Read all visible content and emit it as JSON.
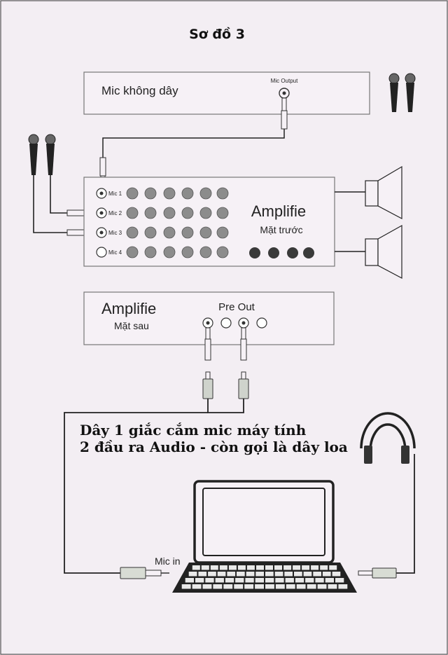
{
  "title": "Sơ đồ 3",
  "wireless_mic": {
    "label": "Mic không dây",
    "output_label": "Mic Output"
  },
  "amp_front": {
    "title": "Amplifie",
    "subtitle": "Mặt trước",
    "inputs": [
      "Mic 1",
      "Mic 2",
      "Mic 3",
      "Mic 4"
    ]
  },
  "amp_back": {
    "title": "Amplifie",
    "subtitle": "Mặt sau",
    "pre_out_label": "Pre Out"
  },
  "cable_caption": {
    "line1": "Dây 1 giắc cắm mic máy tính",
    "line2": "2 đầu ra Audio - còn gọi là dây loa"
  },
  "laptop": {
    "mic_in_label": "Mic in"
  },
  "colors": {
    "background": "#f3eef3",
    "knob": "#8c8c8c",
    "dark_knob": "#3a3a3a",
    "line": "#222222"
  }
}
